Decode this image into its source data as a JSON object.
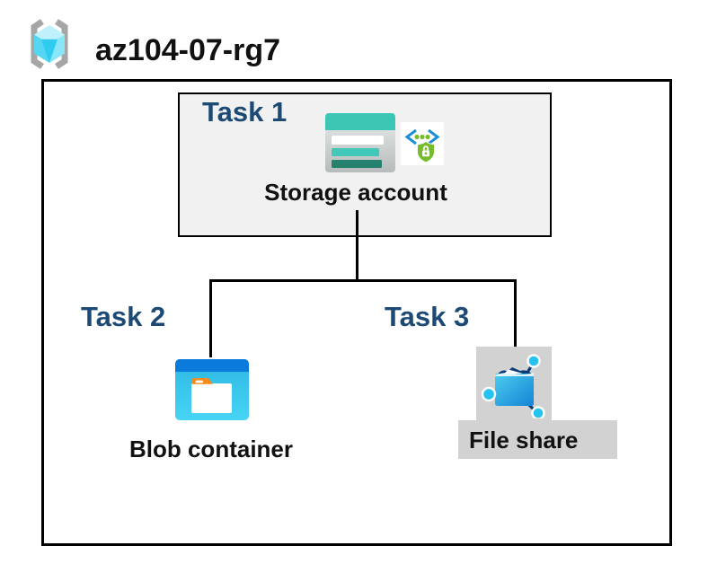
{
  "header": {
    "title": "az104-07-rg7",
    "icon": "resource-group-icon"
  },
  "resource_group": {
    "tasks": [
      {
        "label": "Task 1",
        "item": "Storage account",
        "icons": [
          "storage-account-icon",
          "sas-policy-icon"
        ],
        "highlighted": false
      },
      {
        "label": "Task 2",
        "item": "Blob container",
        "icons": [
          "blob-container-icon"
        ],
        "highlighted": false
      },
      {
        "label": "Task 3",
        "item": "File share",
        "icons": [
          "file-share-icon"
        ],
        "highlighted": true
      }
    ],
    "connections": [
      {
        "from": "Storage account",
        "to": "Blob container"
      },
      {
        "from": "Storage account",
        "to": "File share"
      }
    ]
  },
  "colors": {
    "task_label_navy": "#1C4A74",
    "box_fill_gray": "#F1F1F1",
    "highlight_gray": "#D2D2D2",
    "line_black": "#000000",
    "storage_teal": "#3CC6B4",
    "storage_teal_dark": "#27816F",
    "blob_blue": "#0B7BDB",
    "blob_cyan": "#38C3EA",
    "tab_orange": "#F68C1F",
    "sas_green": "#76BC2D",
    "sas_blue": "#1E8FD5",
    "fileshare_navy": "#0A3A78",
    "node_cyan": "#26C2F0",
    "cube_light": "#BFF1FC",
    "cube_mid": "#55D6F3",
    "bracket_gray": "#A6A6A6"
  }
}
